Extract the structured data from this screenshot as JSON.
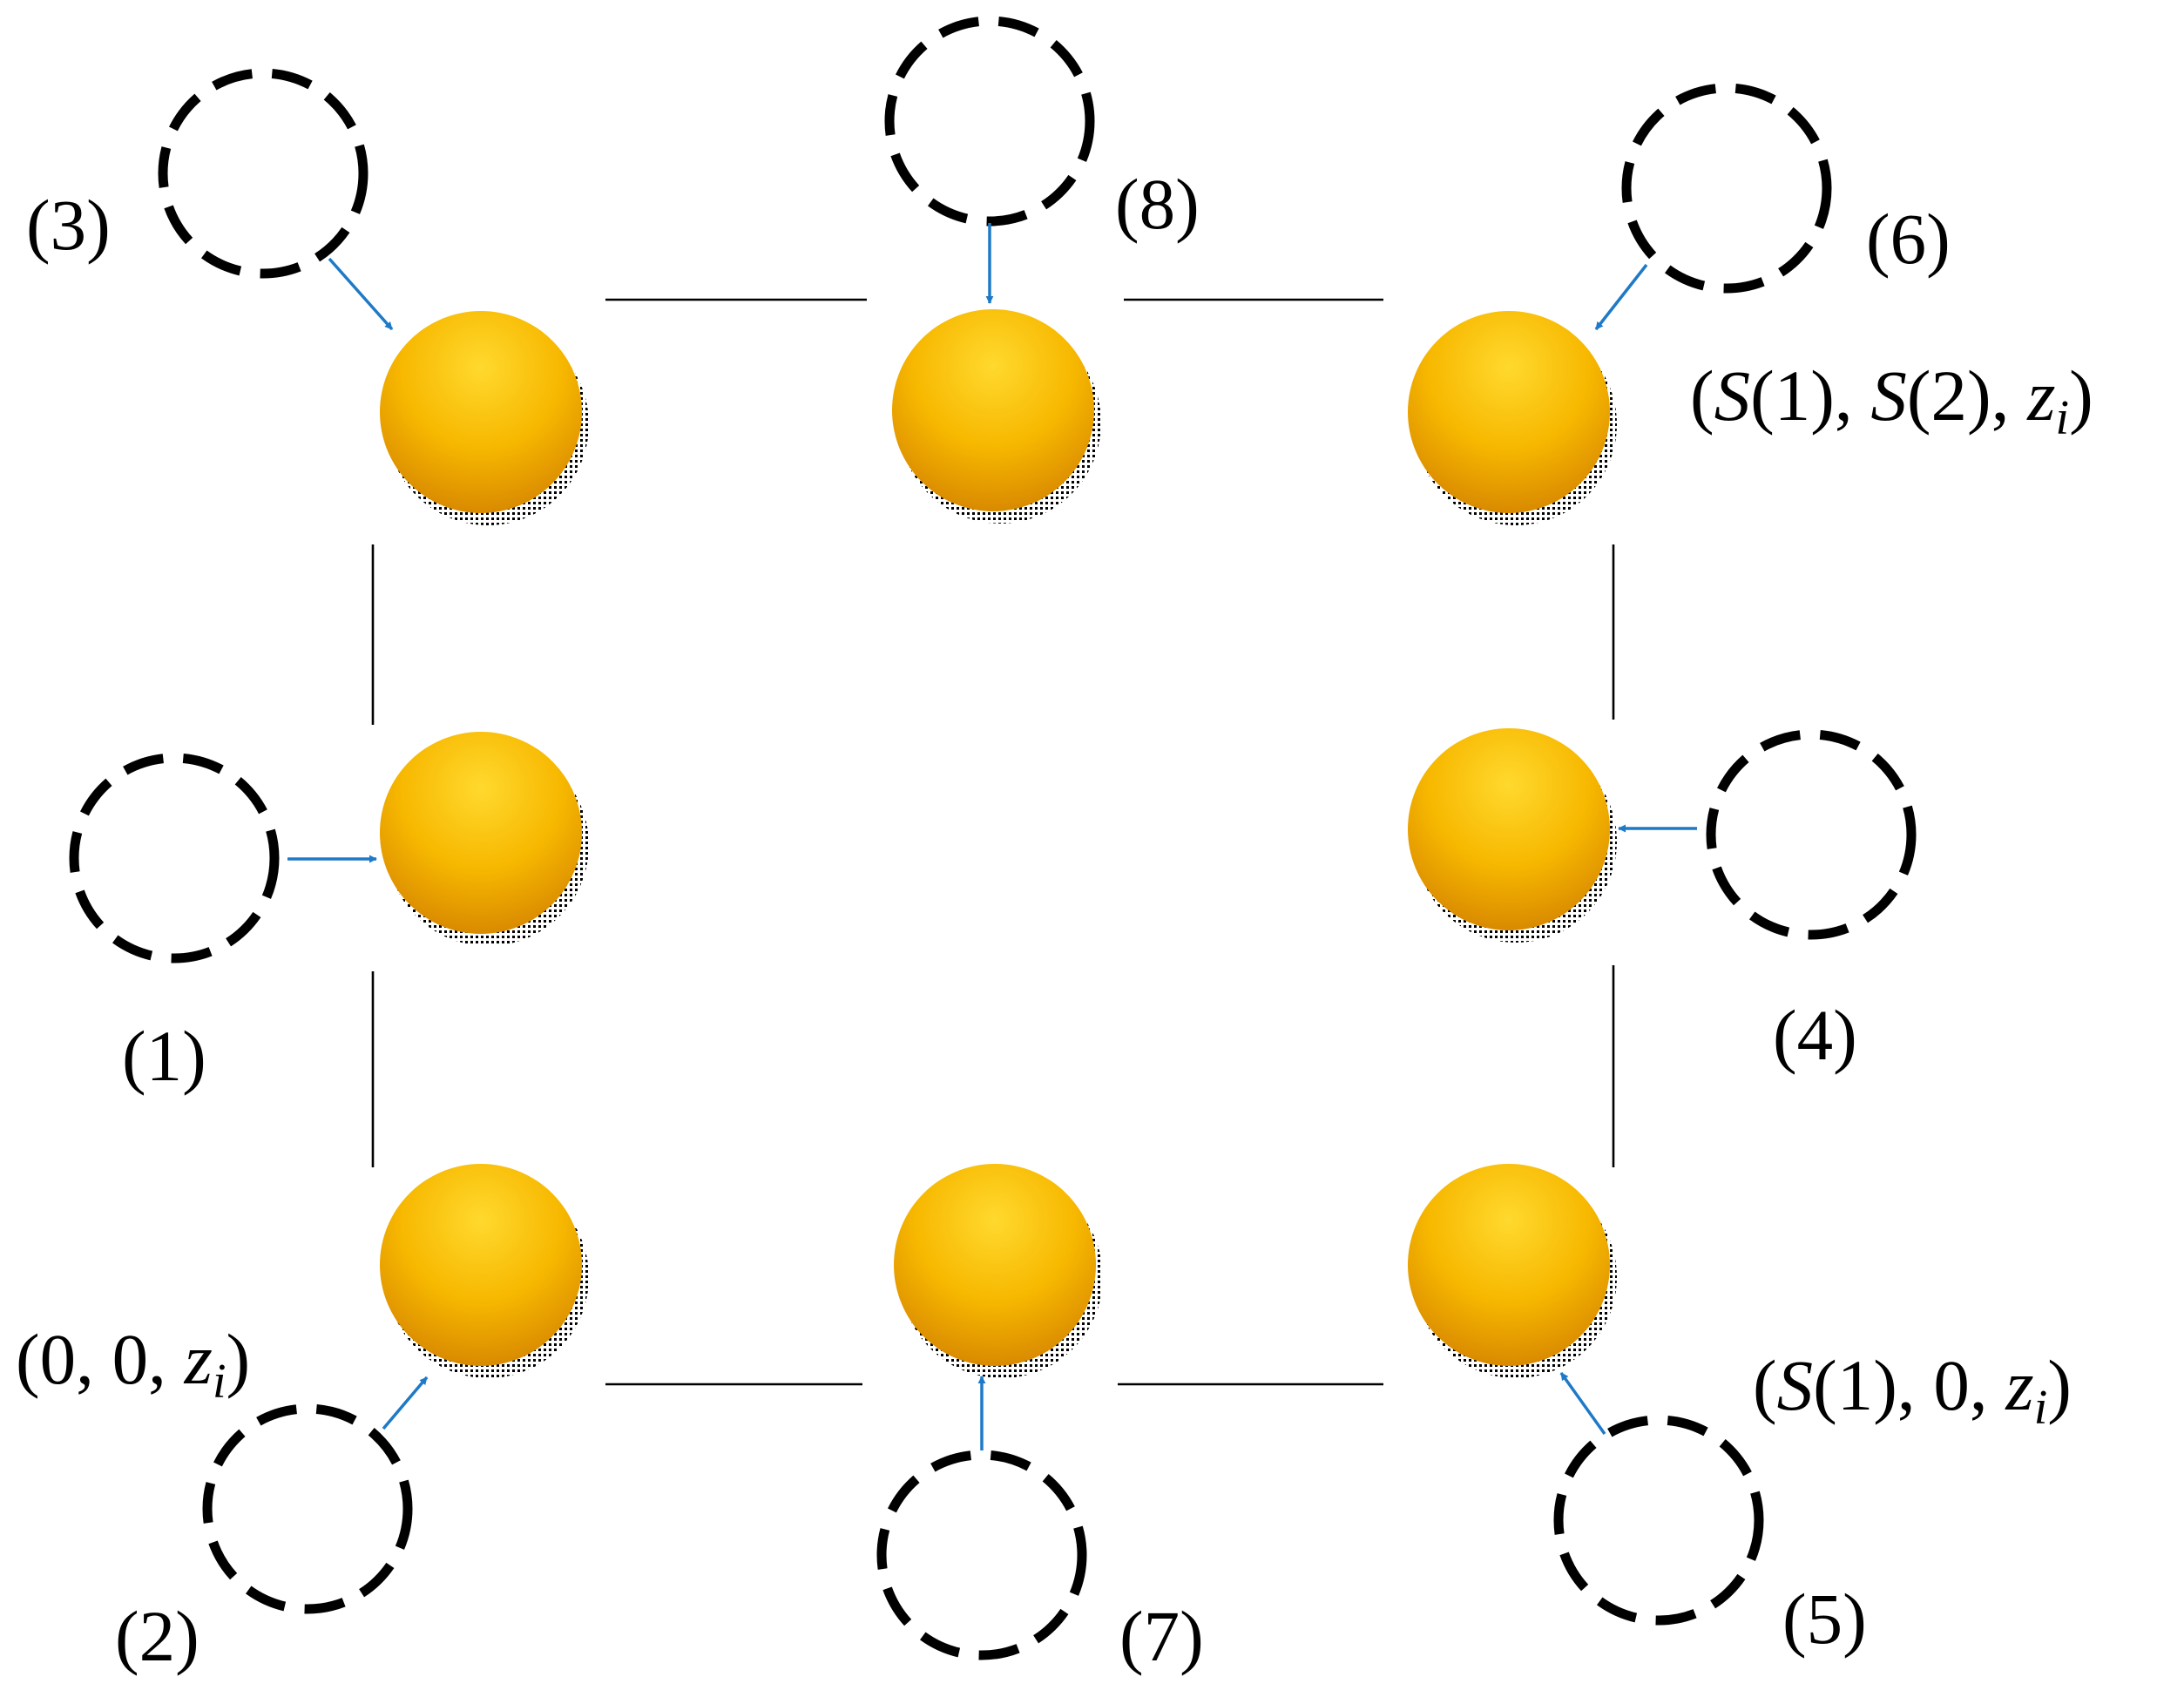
{
  "colors": {
    "sphere": "#f5b800",
    "sphere_highlight": "#ffd92e",
    "sphere_shadow": "#d98c00",
    "arrow": "#1e7ac7",
    "line": "#000000"
  },
  "diagram": {
    "positions": [
      {
        "id": "1",
        "label": "(1)"
      },
      {
        "id": "2",
        "label": "(2)"
      },
      {
        "id": "3",
        "label": "(3)"
      },
      {
        "id": "4",
        "label": "(4)"
      },
      {
        "id": "5",
        "label": "(5)"
      },
      {
        "id": "6",
        "label": "(6)"
      },
      {
        "id": "7",
        "label": "(7)"
      },
      {
        "id": "8",
        "label": "(8)"
      }
    ],
    "coords": {
      "origin": {
        "open": "(0, 0, ",
        "var": "z",
        "sub": "i",
        "close": ")"
      },
      "bottom_right": {
        "open": "(",
        "s1": "S",
        "p1": "(1), 0, ",
        "var": "z",
        "sub": "i",
        "close": ")"
      },
      "top_right": {
        "open": "(",
        "s1": "S",
        "p1": "(1), ",
        "s2": "S",
        "p2": "(2), ",
        "var": "z",
        "sub": "i",
        "close": ")"
      }
    }
  }
}
